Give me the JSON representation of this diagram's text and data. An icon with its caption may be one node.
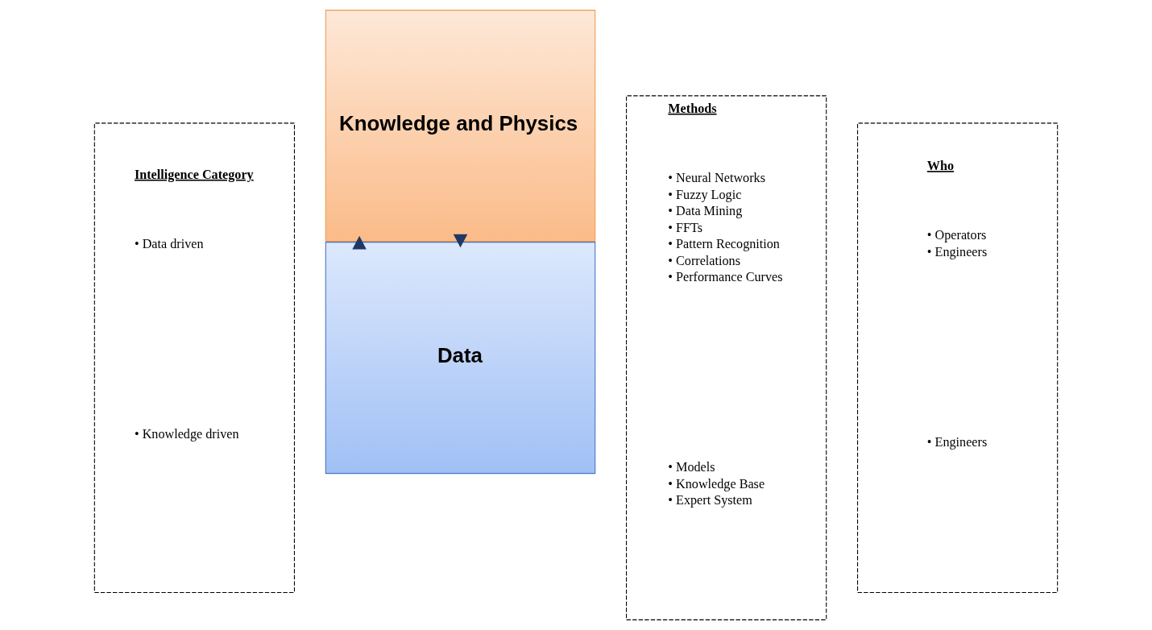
{
  "diagram": {
    "nodes": [
      {
        "text": [
          "Intelligence Category",
          "• Data driven",
          "• Knowledge driven"
        ]
      },
      {
        "text": [
          "Data"
        ]
      },
      {
        "text": [
          "Knowledge and Physics"
        ]
      },
      {
        "text": [
          "Methods",
          "• Neural Networks",
          "• Fuzzy Logic",
          "• Data Mining",
          "• FFTs",
          "• Pattern Recognition",
          "• Correlations",
          "• Performance Curves",
          "• Models",
          "• Knowledge Base",
          "• Expert System"
        ]
      },
      {
        "text": [
          "Who",
          "• Operators",
          "• Engineers",
          "• Engineers"
        ]
      }
    ],
    "edges": [
      {
        "from": 2,
        "to": 1,
        "arrow": "to",
        "style": "thick"
      },
      {
        "from": 1,
        "to": 2,
        "arrow": "to",
        "style": "thick"
      }
    ]
  }
}
